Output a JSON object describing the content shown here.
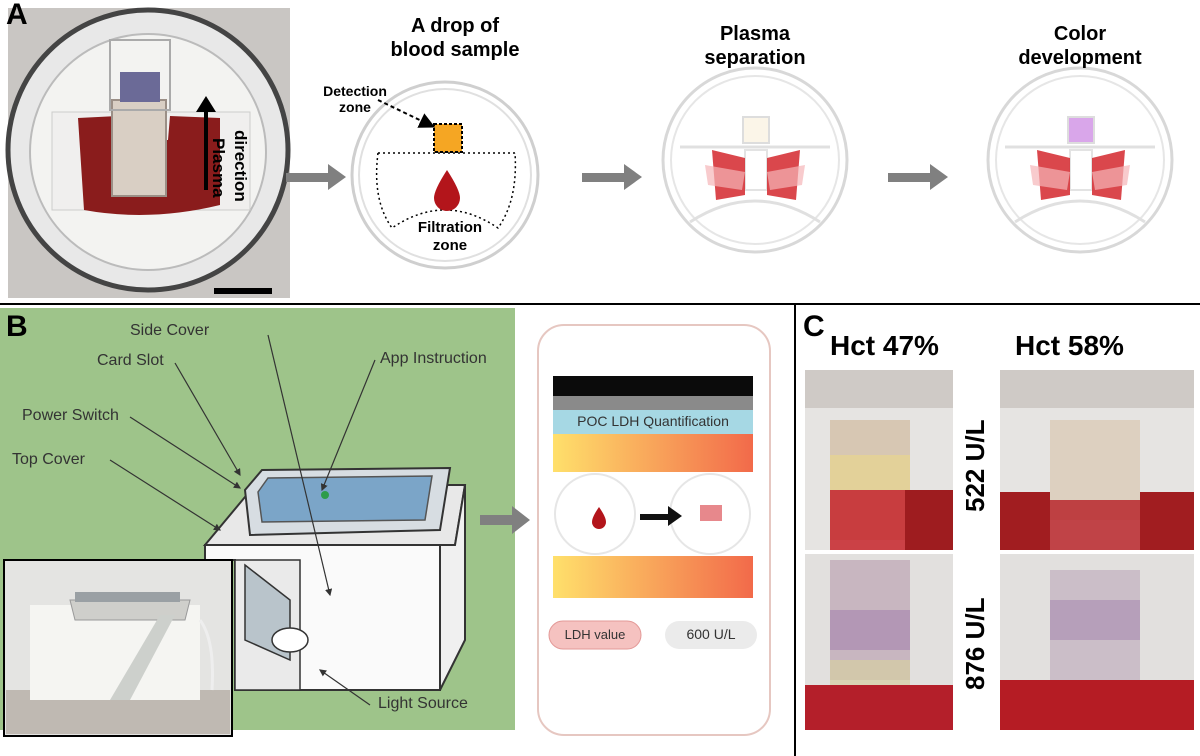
{
  "panels": {
    "a": "A",
    "b": "B",
    "c": "C"
  },
  "panel_a": {
    "photo_labels": {
      "plasma": "Plasma",
      "direction": "direction"
    },
    "steps": [
      {
        "title_line1": "A drop of",
        "title_line2": "blood sample"
      },
      {
        "title_line1": "Plasma",
        "title_line2": "separation"
      },
      {
        "title_line1": "Color",
        "title_line2": "development"
      }
    ],
    "detection_line1": "Detection",
    "detection_line2": "zone",
    "filtration_line1": "Filtration",
    "filtration_line2": "zone"
  },
  "panel_b": {
    "labels": {
      "side_cover": "Side Cover",
      "card_slot": "Card Slot",
      "app_instruction": "App Instruction",
      "power_switch": "Power Switch",
      "top_cover": "Top Cover",
      "light_source": "Light Source"
    },
    "app": {
      "title": "POC LDH Quantification",
      "value_label": "LDH value",
      "value": "600 U/L"
    }
  },
  "panel_c": {
    "hct1": "Hct 47%",
    "hct2": "Hct 58%",
    "conc1": "522 U/L",
    "conc2": "876 U/L"
  },
  "colors": {
    "blood": "#b3151b",
    "detection_orange": "#f5a623",
    "device_bg": "#9ec48a",
    "app_title_bar": "#a6d8e4",
    "gradient_start": "#ffe06b",
    "gradient_end": "#f26a4a",
    "purple_result": "#d9a6ea"
  }
}
